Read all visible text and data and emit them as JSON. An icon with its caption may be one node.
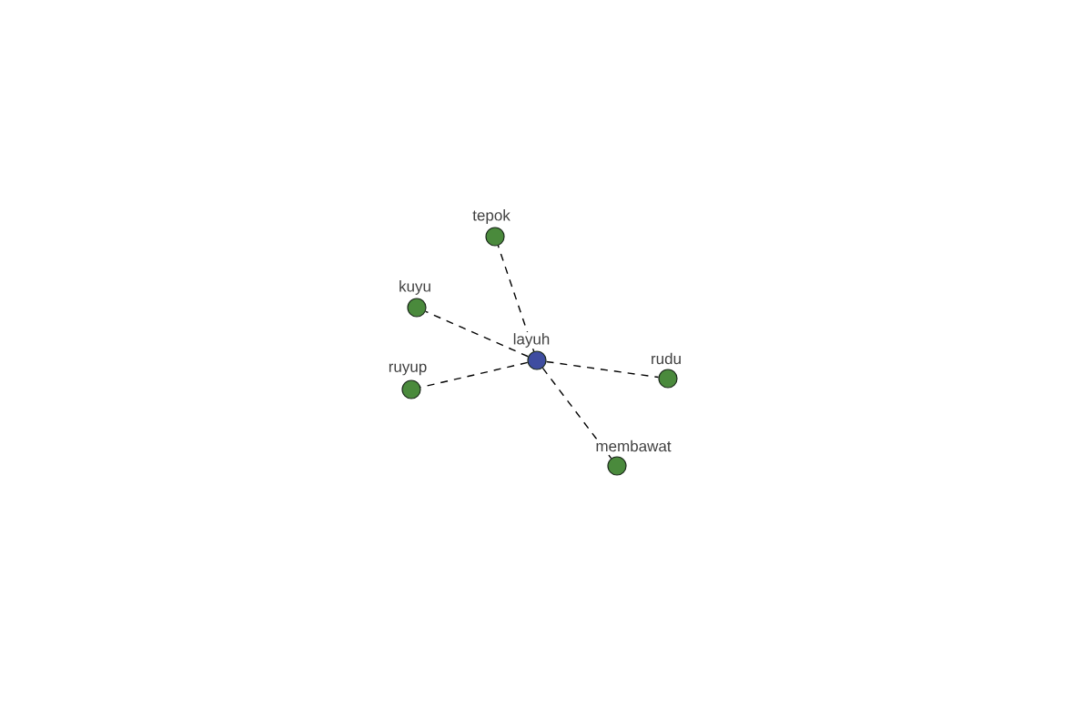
{
  "diagram": {
    "nodes": [
      {
        "text": [
          "tepok"
        ]
      },
      {
        "text": [
          "kuyu"
        ]
      },
      {
        "text": [
          "layuh"
        ]
      },
      {
        "text": [
          "rudu"
        ]
      },
      {
        "text": [
          "ruyup"
        ]
      },
      {
        "text": [
          "membawat"
        ]
      }
    ],
    "edges": [
      {
        "from": 2,
        "to": 0,
        "arrow": "none",
        "style": "dashed"
      },
      {
        "from": 2,
        "to": 1,
        "arrow": "none",
        "style": "dashed"
      },
      {
        "from": 2,
        "to": 3,
        "arrow": "none",
        "style": "dashed"
      },
      {
        "from": 2,
        "to": 4,
        "arrow": "none",
        "style": "dashed"
      },
      {
        "from": 2,
        "to": 5,
        "arrow": "none",
        "style": "dashed"
      }
    ]
  }
}
